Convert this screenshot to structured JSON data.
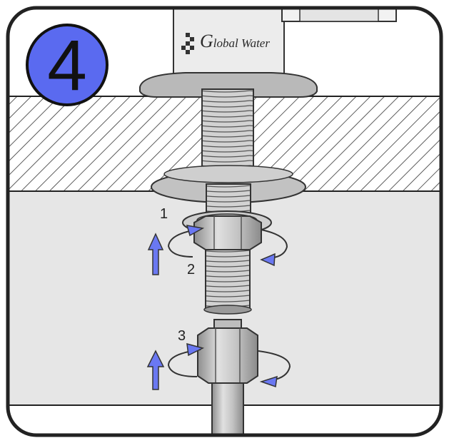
{
  "step": {
    "number": "4"
  },
  "faucet": {
    "brand_initial": "G",
    "brand_rest": "lobal Water"
  },
  "callouts": {
    "washer": "1",
    "nut": "2",
    "compression_nut": "3"
  },
  "colors": {
    "badge_fill": "#5a6af0",
    "arrow_fill": "#6a78f2",
    "chrome": "#bdbdbd",
    "countertop_hatch": "#333333",
    "cabinet_bg": "#e6e6e6"
  },
  "icons": {
    "up_arrow": "arrow-up-icon",
    "rotate": "rotate-clockwise-icon",
    "logo": "global-water-logo-icon"
  }
}
